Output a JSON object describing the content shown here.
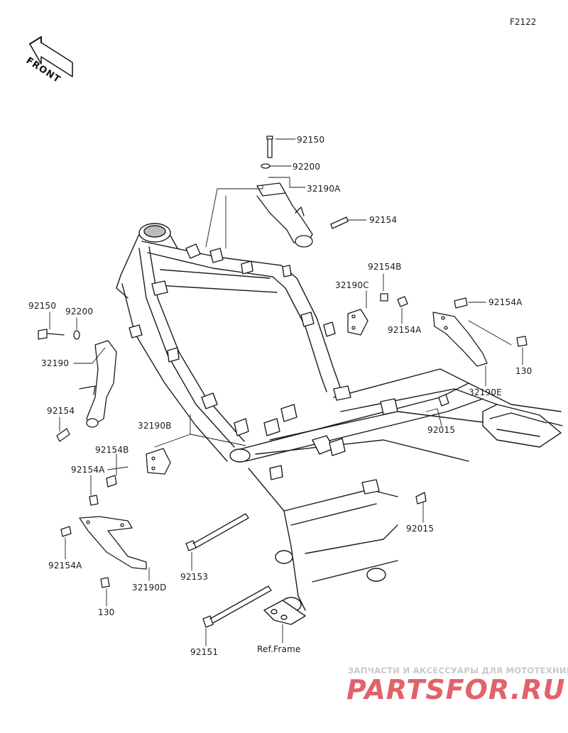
{
  "figure_code": "F2122",
  "direction_label": "FRONT",
  "watermark": {
    "subtitle": "ЗАПЧАСТИ И АКСЕССУАРЫ ДЛЯ МОТОТЕХНИКИ",
    "brand": "PARTSFOR.RU"
  },
  "colors": {
    "line": "#1a1a1a",
    "fill": "#ffffff",
    "shade": "#b8b8b8",
    "watermark": "#e2626a"
  },
  "labels": [
    {
      "id": "92150-top",
      "text": "92150"
    },
    {
      "id": "92200-top",
      "text": "92200"
    },
    {
      "id": "32190A",
      "text": "32190A"
    },
    {
      "id": "92154-top",
      "text": "92154"
    },
    {
      "id": "92154B-right",
      "text": "92154B"
    },
    {
      "id": "32190C",
      "text": "32190C"
    },
    {
      "id": "92154A-mid",
      "text": "92154A"
    },
    {
      "id": "92154A-right",
      "text": "92154A"
    },
    {
      "id": "130-right",
      "text": "130"
    },
    {
      "id": "32190E",
      "text": "32190E"
    },
    {
      "id": "92015-upper",
      "text": "92015"
    },
    {
      "id": "92015-lower",
      "text": "92015"
    },
    {
      "id": "92150-left",
      "text": "92150"
    },
    {
      "id": "92200-left",
      "text": "92200"
    },
    {
      "id": "32190",
      "text": "32190"
    },
    {
      "id": "92154-left",
      "text": "92154"
    },
    {
      "id": "32190B",
      "text": "32190B"
    },
    {
      "id": "92154B-left",
      "text": "92154B"
    },
    {
      "id": "92154A-left",
      "text": "92154A"
    },
    {
      "id": "92154A-lower",
      "text": "92154A"
    },
    {
      "id": "130-left",
      "text": "130"
    },
    {
      "id": "32190D",
      "text": "32190D"
    },
    {
      "id": "92153",
      "text": "92153"
    },
    {
      "id": "92151",
      "text": "92151"
    },
    {
      "id": "ref-frame",
      "text": "Ref.Frame"
    }
  ]
}
